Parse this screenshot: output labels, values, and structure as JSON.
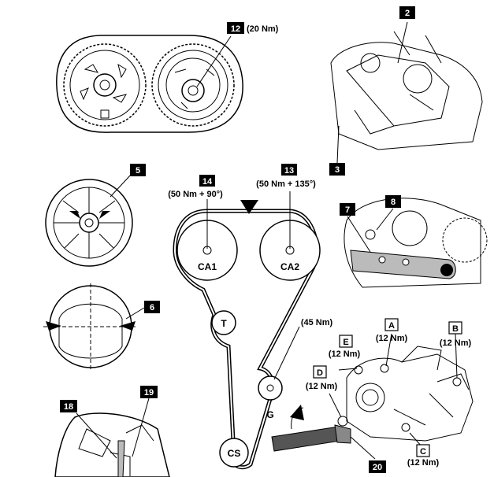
{
  "callouts": {
    "c12": "12",
    "c2": "2",
    "c3": "3",
    "c5": "5",
    "c6": "6",
    "c14": "14",
    "c13": "13",
    "c7": "7",
    "c8": "8",
    "cA": "A",
    "cB": "B",
    "cC": "C",
    "cD": "D",
    "cE": "E",
    "c18": "18",
    "c19": "19",
    "c20": "20"
  },
  "torques": {
    "t12": "(20 Nm)",
    "t14": "(50 Nm + 90°)",
    "t13": "(50 Nm + 135°)",
    "t45": "(45 Nm)",
    "tA": "(12 Nm)",
    "tB": "(12 Nm)",
    "tC": "(12 Nm)",
    "tD": "(12 Nm)",
    "tE": "(12 Nm)"
  },
  "pulleys": {
    "ca1": "CA1",
    "ca2": "CA2",
    "t": "T",
    "g": "G",
    "cs": "CS"
  }
}
